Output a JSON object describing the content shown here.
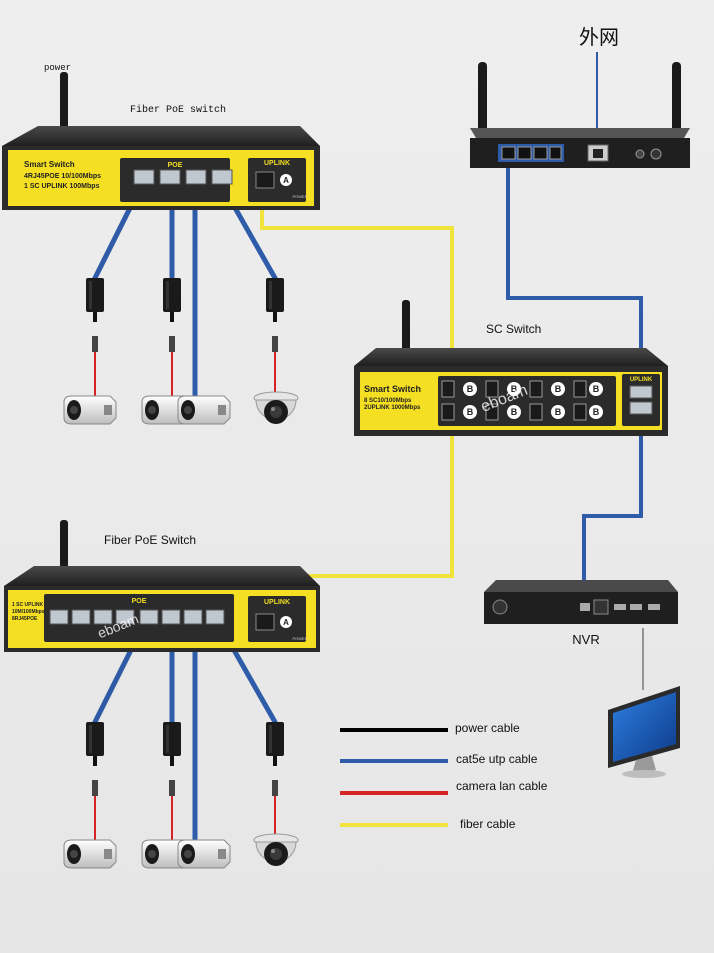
{
  "labels": {
    "power": "power",
    "fiber_poe_switch_top": "Fiber PoE switch",
    "internet": "外网",
    "sc_switch": "SC Switch",
    "fiber_poe_switch_bottom": "Fiber PoE Switch",
    "nvr": "NVR"
  },
  "switch_top": {
    "brand": "Smart Switch",
    "spec1": "4RJ45POE 10/100Mbps",
    "spec2": "1 SC UPLINK 100Mbps",
    "poe": "POE",
    "uplink": "UPLINK",
    "port_a": "A",
    "power": "POWER"
  },
  "switch_sc": {
    "brand": "Smart Switch",
    "spec1": "8 SC10/100Mbps",
    "spec2": "2UPLINK 1000Mbps",
    "uplink": "UPLINK",
    "port_b": "B"
  },
  "switch_bottom": {
    "spec1": "1 SC UPLINK",
    "spec2": "10M/100Mbps",
    "spec3": "8RJ45POE",
    "poe": "POE",
    "uplink": "UPLINK",
    "port_a": "A",
    "power": "POWER"
  },
  "watermark": "eboam",
  "legend": [
    {
      "label": "power cable",
      "color": "#000000"
    },
    {
      "label": "cat5e utp cable",
      "color": "#2f5ca8"
    },
    {
      "label": "camera lan cable",
      "color": "#d62424"
    },
    {
      "label": "fiber cable",
      "color": "#f2e33a"
    }
  ],
  "colors": {
    "cat5e": "#2f5ca8",
    "fiber": "#f2e33a",
    "camera": "#d62424",
    "switch_face": "#f4df22",
    "device_body": "#2b2b2b"
  }
}
